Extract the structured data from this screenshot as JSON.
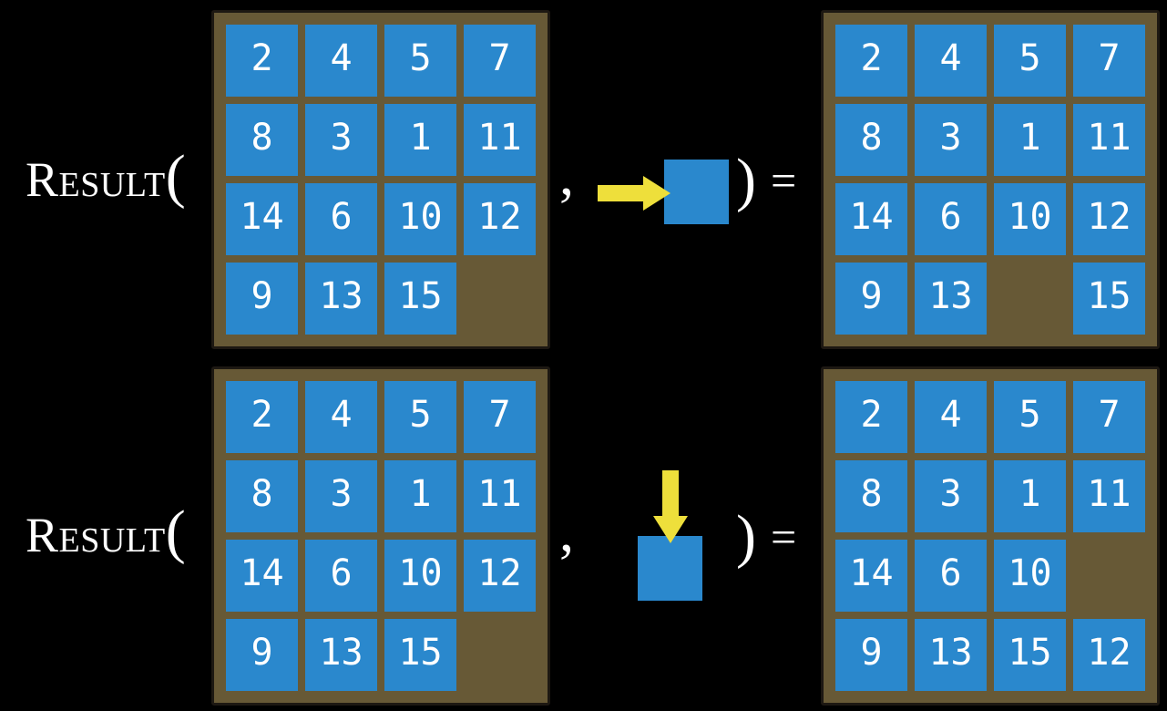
{
  "figure": {
    "description": "RESULT function applied to a 15-puzzle state with a tile move",
    "colors": {
      "background": "#000000",
      "tile_blue": "#2a88cd",
      "board_brown": "#675936",
      "board_border": "#1d1812",
      "arrow_yellow": "#eedf3b",
      "text_white": "#ffffff"
    },
    "rows": [
      {
        "function_name": "Result",
        "open_paren": "(",
        "comma": ",",
        "close_paren": ")",
        "equals": "=",
        "move_direction": "right",
        "arrow_icon": "right-arrow-icon",
        "input_board": [
          [
            "2",
            "4",
            "5",
            "7"
          ],
          [
            "8",
            "3",
            "1",
            "11"
          ],
          [
            "14",
            "6",
            "10",
            "12"
          ],
          [
            "9",
            "13",
            "15",
            ""
          ]
        ],
        "output_board": [
          [
            "2",
            "4",
            "5",
            "7"
          ],
          [
            "8",
            "3",
            "1",
            "11"
          ],
          [
            "14",
            "6",
            "10",
            "12"
          ],
          [
            "9",
            "13",
            "",
            "15"
          ]
        ]
      },
      {
        "function_name": "Result",
        "open_paren": "(",
        "comma": ",",
        "close_paren": ")",
        "equals": "=",
        "move_direction": "down",
        "arrow_icon": "down-arrow-icon",
        "input_board": [
          [
            "2",
            "4",
            "5",
            "7"
          ],
          [
            "8",
            "3",
            "1",
            "11"
          ],
          [
            "14",
            "6",
            "10",
            "12"
          ],
          [
            "9",
            "13",
            "15",
            ""
          ]
        ],
        "output_board": [
          [
            "2",
            "4",
            "5",
            "7"
          ],
          [
            "8",
            "3",
            "1",
            "11"
          ],
          [
            "14",
            "6",
            "10",
            ""
          ],
          [
            "9",
            "13",
            "15",
            "12"
          ]
        ]
      }
    ]
  }
}
